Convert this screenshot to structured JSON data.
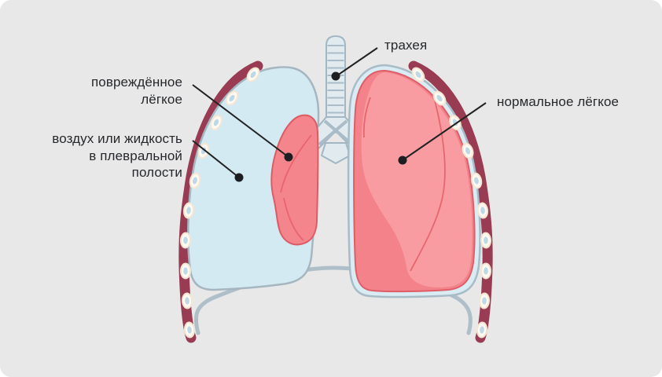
{
  "labels": {
    "trachea": "трахея",
    "damaged_lung": [
      "повреждённое",
      "лёгкое"
    ],
    "pleural_cavity": [
      "воздух или жидкость",
      "в плевральной",
      "полости"
    ],
    "normal_lung": "нормальное лёгкое"
  },
  "colors": {
    "background": "#E8E8E8",
    "pleural_space_blue": "#D3EAF3",
    "pleura_lining_blue": "#D9ECF4",
    "pleura_outline": "#A6B6C1",
    "lung_pink": "#F4828B",
    "lung_pink_light": "#F99CA2",
    "lung_outline": "#DE5E68",
    "collapsed_lung_pink": "#F4858D",
    "collapsed_lung_outline": "#DC5B65",
    "fissure_line": "#E7656F",
    "rib_maroon": "#993B52",
    "rib_cream": "#FFFAF1",
    "rib_center_blue": "#BDD8E6",
    "trachea_fill": "#E0EAEF",
    "trachea_line": "#A9BCC8",
    "diaphragm_line": "#AFBFCA",
    "label_text": "#26282C",
    "pointer_line": "#222222"
  }
}
